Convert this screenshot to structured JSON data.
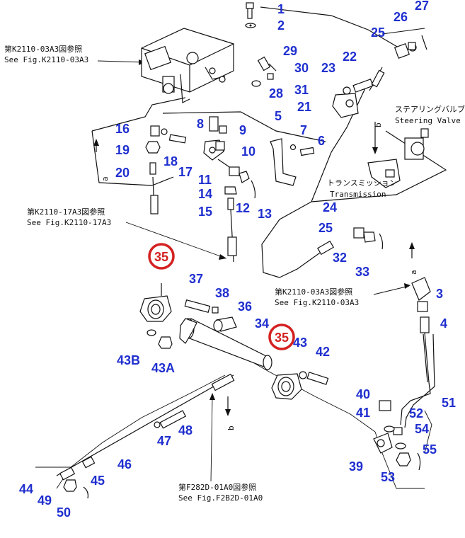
{
  "callouts": [
    "1",
    "2",
    "3",
    "4",
    "5",
    "6",
    "7",
    "8",
    "9",
    "10",
    "11",
    "12",
    "13",
    "14",
    "15",
    "16",
    "17",
    "18",
    "19",
    "20",
    "21",
    "22",
    "23",
    "24",
    "25",
    "25",
    "26",
    "27",
    "28",
    "29",
    "30",
    "31",
    "32",
    "33",
    "34",
    "36",
    "37",
    "38",
    "39",
    "40",
    "41",
    "42",
    "43",
    "43A",
    "43B",
    "44",
    "45",
    "46",
    "47",
    "48",
    "49",
    "50",
    "51",
    "52",
    "53",
    "54",
    "55"
  ],
  "highlighted": [
    "35",
    "35"
  ],
  "references": [
    {
      "jp": "第K2110-03A3図参照",
      "en": "See Fig.K2110-03A3"
    },
    {
      "jp": "第K2110-17A3図参照",
      "en": "See Fig.K2110-17A3"
    },
    {
      "jp": "第K2110-03A3図参照",
      "en": "See Fig.K2110-03A3"
    },
    {
      "jp": "第F282D-01A0図参照",
      "en": "See Fig.F2B2D-01A0"
    }
  ],
  "labels": {
    "steering_jp": "ステアリングバルブ",
    "steering_en": "Steering Valve",
    "transmission_jp": "トランスミッション",
    "transmission_en": "Transmission"
  },
  "arrow_letters": [
    "a",
    "a",
    "b",
    "b"
  ]
}
